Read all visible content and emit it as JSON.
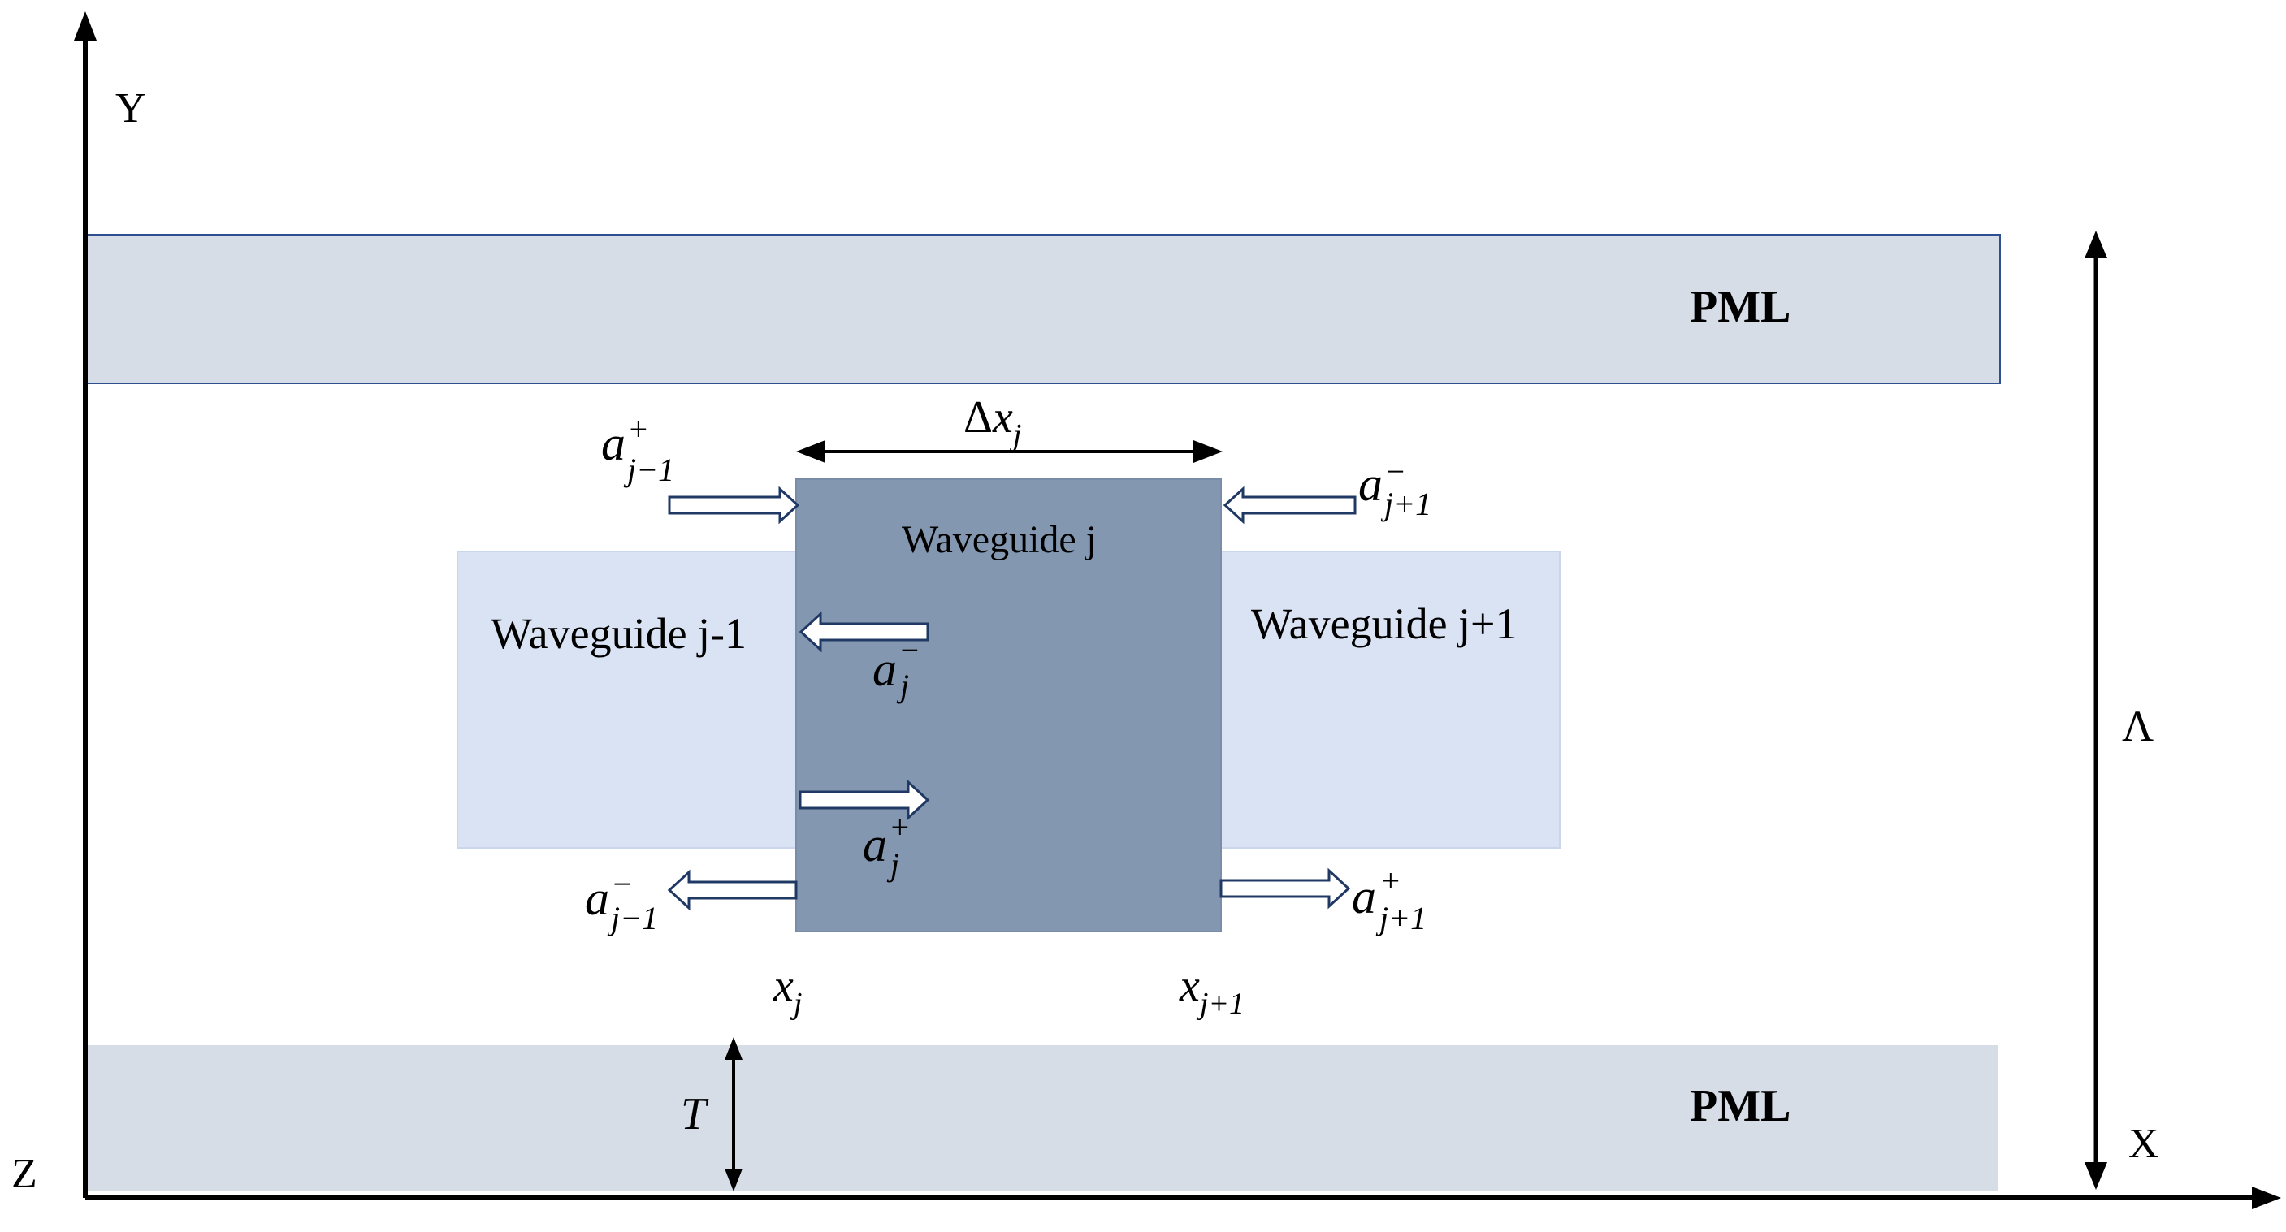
{
  "axes": {
    "y_label": "Y",
    "x_label": "X",
    "z_label": "Z"
  },
  "pml": {
    "top_label": "PML",
    "bottom_label": "PML"
  },
  "waveguides": {
    "left_label": "Waveguide j-1",
    "center_label": "Waveguide j",
    "right_label": "Waveguide j+1"
  },
  "dimensions": {
    "width_label": {
      "delta": "Δ",
      "base": "x",
      "sub": "j"
    },
    "period_label": "Λ",
    "thickness_label": "T"
  },
  "positions": {
    "xj": {
      "base": "x",
      "sub": "j"
    },
    "xj1": {
      "base": "x",
      "sub": "j+1"
    }
  },
  "amplitudes": {
    "a_jm1_plus": {
      "base": "a",
      "sup": "+",
      "sub": "j−1"
    },
    "a_jp1_minus": {
      "base": "a",
      "sup": "−",
      "sub": "j+1"
    },
    "a_j_minus": {
      "base": "a",
      "sup": "−",
      "sub": "j"
    },
    "a_j_plus": {
      "base": "a",
      "sup": "+",
      "sub": "j"
    },
    "a_jm1_minus": {
      "base": "a",
      "sup": "−",
      "sub": "j−1"
    },
    "a_jp1_plus": {
      "base": "a",
      "sup": "+",
      "sub": "j+1"
    }
  },
  "colors": {
    "pml_fill": "#d7dde6",
    "pml_stroke": "#2f4f8f",
    "side_guide_fill": "#dae3f3",
    "center_guide_fill": "#8497b0",
    "arrow_stroke": "#203864",
    "line": "#000000"
  }
}
